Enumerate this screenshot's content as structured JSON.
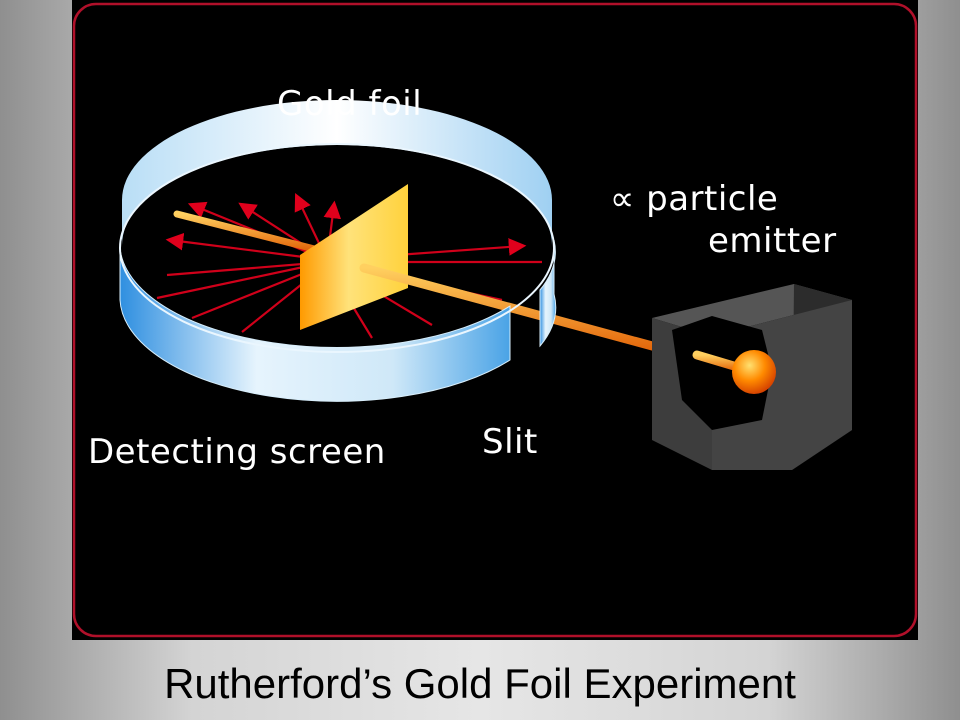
{
  "diagram": {
    "labels": {
      "gold_foil": "Gold foil",
      "emitter_symbol": "∝",
      "emitter_line1": "particle",
      "emitter_line2": "emitter",
      "detecting_screen": "Detecting screen",
      "slit": "Slit"
    },
    "colors": {
      "background": "#000000",
      "frame_border": "#b0102a",
      "screen": "#bfe3f7",
      "foil": "#ffcc22",
      "beam": "#ff8c00",
      "deflection_rays": "#d0001a",
      "emitter_box": "#3a3a3a"
    }
  },
  "caption": "Rutherford’s Gold Foil Experiment"
}
